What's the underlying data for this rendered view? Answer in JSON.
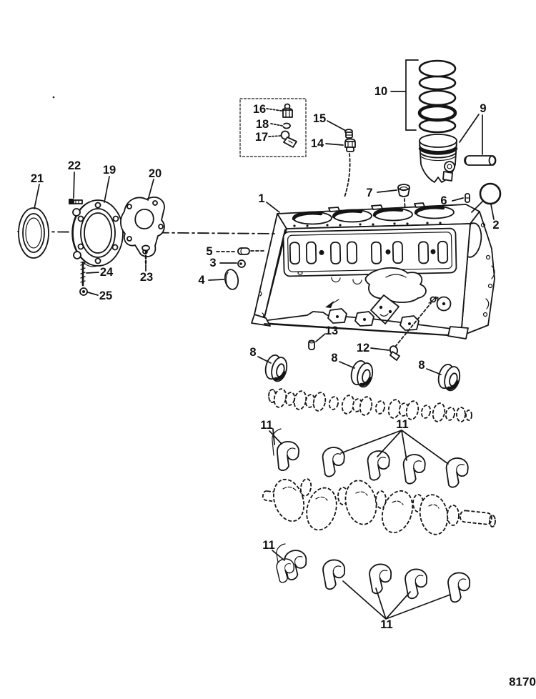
{
  "diagram": {
    "background": "#ffffff",
    "line_color": "#141414",
    "drawing_code": "8170",
    "callouts": [
      {
        "text": "16"
      },
      {
        "text": "18"
      },
      {
        "text": "17"
      },
      {
        "text": "15"
      },
      {
        "text": "14"
      },
      {
        "text": "10"
      },
      {
        "text": "9"
      },
      {
        "text": "7"
      },
      {
        "text": "6"
      },
      {
        "text": "2"
      },
      {
        "text": "1"
      },
      {
        "text": "21"
      },
      {
        "text": "22"
      },
      {
        "text": "19"
      },
      {
        "text": "20"
      },
      {
        "text": "5"
      },
      {
        "text": "3"
      },
      {
        "text": "4"
      },
      {
        "text": "24"
      },
      {
        "text": "25"
      },
      {
        "text": "23"
      },
      {
        "text": "13"
      },
      {
        "text": "12"
      },
      {
        "text": "8"
      },
      {
        "text": "8"
      },
      {
        "text": "8"
      },
      {
        "text": "11"
      },
      {
        "text": "11"
      },
      {
        "text": "11"
      },
      {
        "text": "11"
      }
    ]
  }
}
